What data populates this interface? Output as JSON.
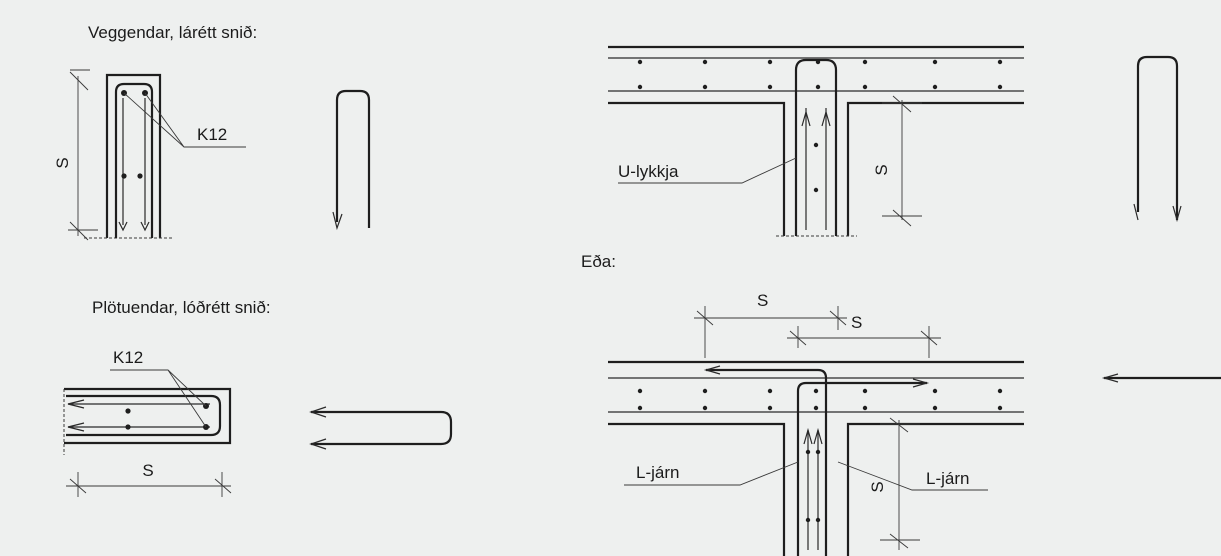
{
  "headings": {
    "wall_end": "Veggendar, lárétt snið:",
    "slab_end": "Plötuendar, lóðrétt snið:",
    "or": "Eða:"
  },
  "labels": {
    "wall_bar": "K12",
    "wall_spacing": "S",
    "slab_bar": "K12",
    "slab_spacing": "S",
    "u_loop": "U-lykkja",
    "t_spacing": "S",
    "l_spacing_1": "S",
    "l_spacing_2": "S",
    "l_bar_left": "L-járn",
    "l_bar_right": "L-járn",
    "l_spacing_vertical": "S"
  }
}
